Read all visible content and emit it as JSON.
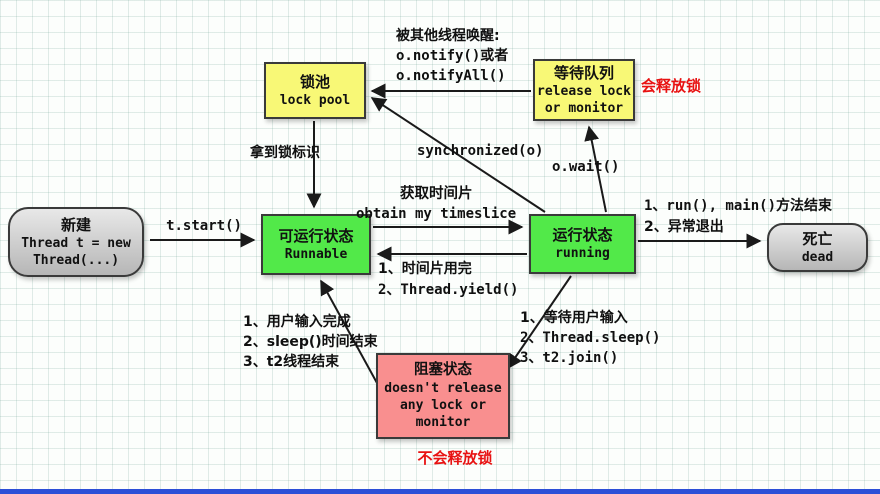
{
  "nodes": {
    "new": {
      "title": "新建",
      "code1": "Thread t = new",
      "code2": "Thread(...)",
      "color": "#cccccc"
    },
    "lock_pool": {
      "title": "锁池",
      "subtitle": "lock pool",
      "color": "#f8f876"
    },
    "wait_queue": {
      "title": "等待队列",
      "sub1": "release lock",
      "sub2": "or monitor",
      "color": "#f8f876"
    },
    "runnable": {
      "title": "可运行状态",
      "subtitle": "Runnable",
      "color": "#52e949"
    },
    "running": {
      "title": "运行状态",
      "subtitle": "running",
      "color": "#52e949"
    },
    "dead": {
      "title": "死亡",
      "subtitle": "dead",
      "color": "#cccccc"
    },
    "blocked": {
      "title": "阻塞状态",
      "sub1": "doesn't release",
      "sub2": "any lock or",
      "sub3": "monitor",
      "color": "#f98f8f"
    }
  },
  "edges": {
    "start": {
      "from": "new",
      "to": "runnable",
      "label": "t.start()"
    },
    "timeslice": {
      "from": "runnable",
      "to": "running",
      "label_cn": "获取时间片",
      "label_en": "obtain my timeslice"
    },
    "yield": {
      "from": "running",
      "to": "runnable",
      "line1": "1、时间片用完",
      "line2": "2、Thread.yield()"
    },
    "to_dead": {
      "from": "running",
      "to": "dead",
      "line1": "1、run(), main()方法结束",
      "line2": "2、异常退出"
    },
    "acquire": {
      "from": "lock_pool",
      "to": "runnable",
      "label": "拿到锁标识"
    },
    "sync": {
      "from": "running",
      "to": "lock_pool",
      "label": "synchronized(o)"
    },
    "wake": {
      "from": "wait_queue",
      "to": "lock_pool",
      "line1": "被其他线程唤醒:",
      "line2": "o.notify()或者",
      "line3": "o.notifyAll()"
    },
    "wait": {
      "from": "running",
      "to": "wait_queue",
      "label": "o.wait()"
    },
    "block": {
      "from": "running",
      "to": "blocked",
      "line1": "1、等待用户输入",
      "line2": "2、Thread.sleep()",
      "line3": "3、t2.join()"
    },
    "unblock": {
      "from": "blocked",
      "to": "runnable",
      "line1": "1、用户输入完成",
      "line2": "2、sleep()时间结束",
      "line3": "3、t2线程结束"
    }
  },
  "notes": {
    "release_lock": "会释放锁",
    "no_release_lock": "不会释放锁"
  },
  "colors": {
    "note_red": "#e81212",
    "arrow": "#1a1a1a",
    "grid_line": "#d7e6e0",
    "bottom_border_blue": "#2b4fd7"
  }
}
